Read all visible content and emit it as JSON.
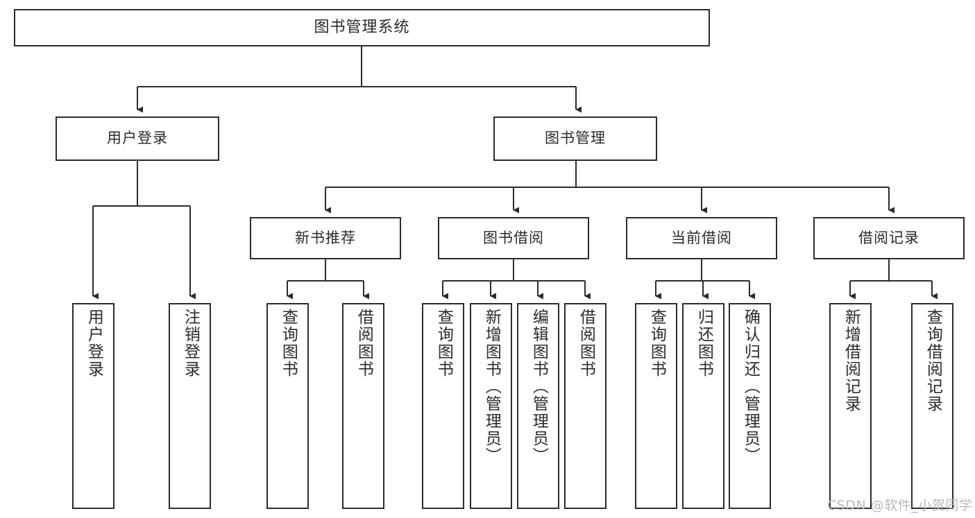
{
  "diagram": {
    "title": "图书管理系统",
    "type": "tree-hierarchy-diagram",
    "orientation": "top-down",
    "colors": {
      "box_border": "#2b2b2b",
      "box_fill": "#ffffff",
      "text": "#2a2a2a",
      "edge": "#2b2b2b",
      "watermark": "#b9b9b9",
      "background": "#ffffff"
    }
  },
  "root": {
    "label": "图书管理系统"
  },
  "level2": [
    {
      "label": "用户登录"
    },
    {
      "label": "图书管理"
    }
  ],
  "level3": [
    {
      "label": "新书推荐"
    },
    {
      "label": "图书借阅"
    },
    {
      "label": "当前借阅"
    },
    {
      "label": "借阅记录"
    }
  ],
  "leaves": {
    "user_login": [
      {
        "label": "用户登录"
      },
      {
        "label": "注销登录"
      }
    ],
    "new_book_recommend": [
      {
        "label": "查询图书"
      },
      {
        "label": "借阅图书"
      }
    ],
    "book_borrow": [
      {
        "label": "查询图书"
      },
      {
        "label": "新增图书（管理员）"
      },
      {
        "label": "编辑图书（管理员）"
      },
      {
        "label": "借阅图书"
      }
    ],
    "current_borrow": [
      {
        "label": "查询图书"
      },
      {
        "label": "归还图书"
      },
      {
        "label": "确认归还（管理员）"
      }
    ],
    "borrow_record": [
      {
        "label": "新增借阅记录"
      },
      {
        "label": "查询借阅记录"
      }
    ]
  },
  "watermark": {
    "text": "CSDN @软件_小贺同学"
  }
}
